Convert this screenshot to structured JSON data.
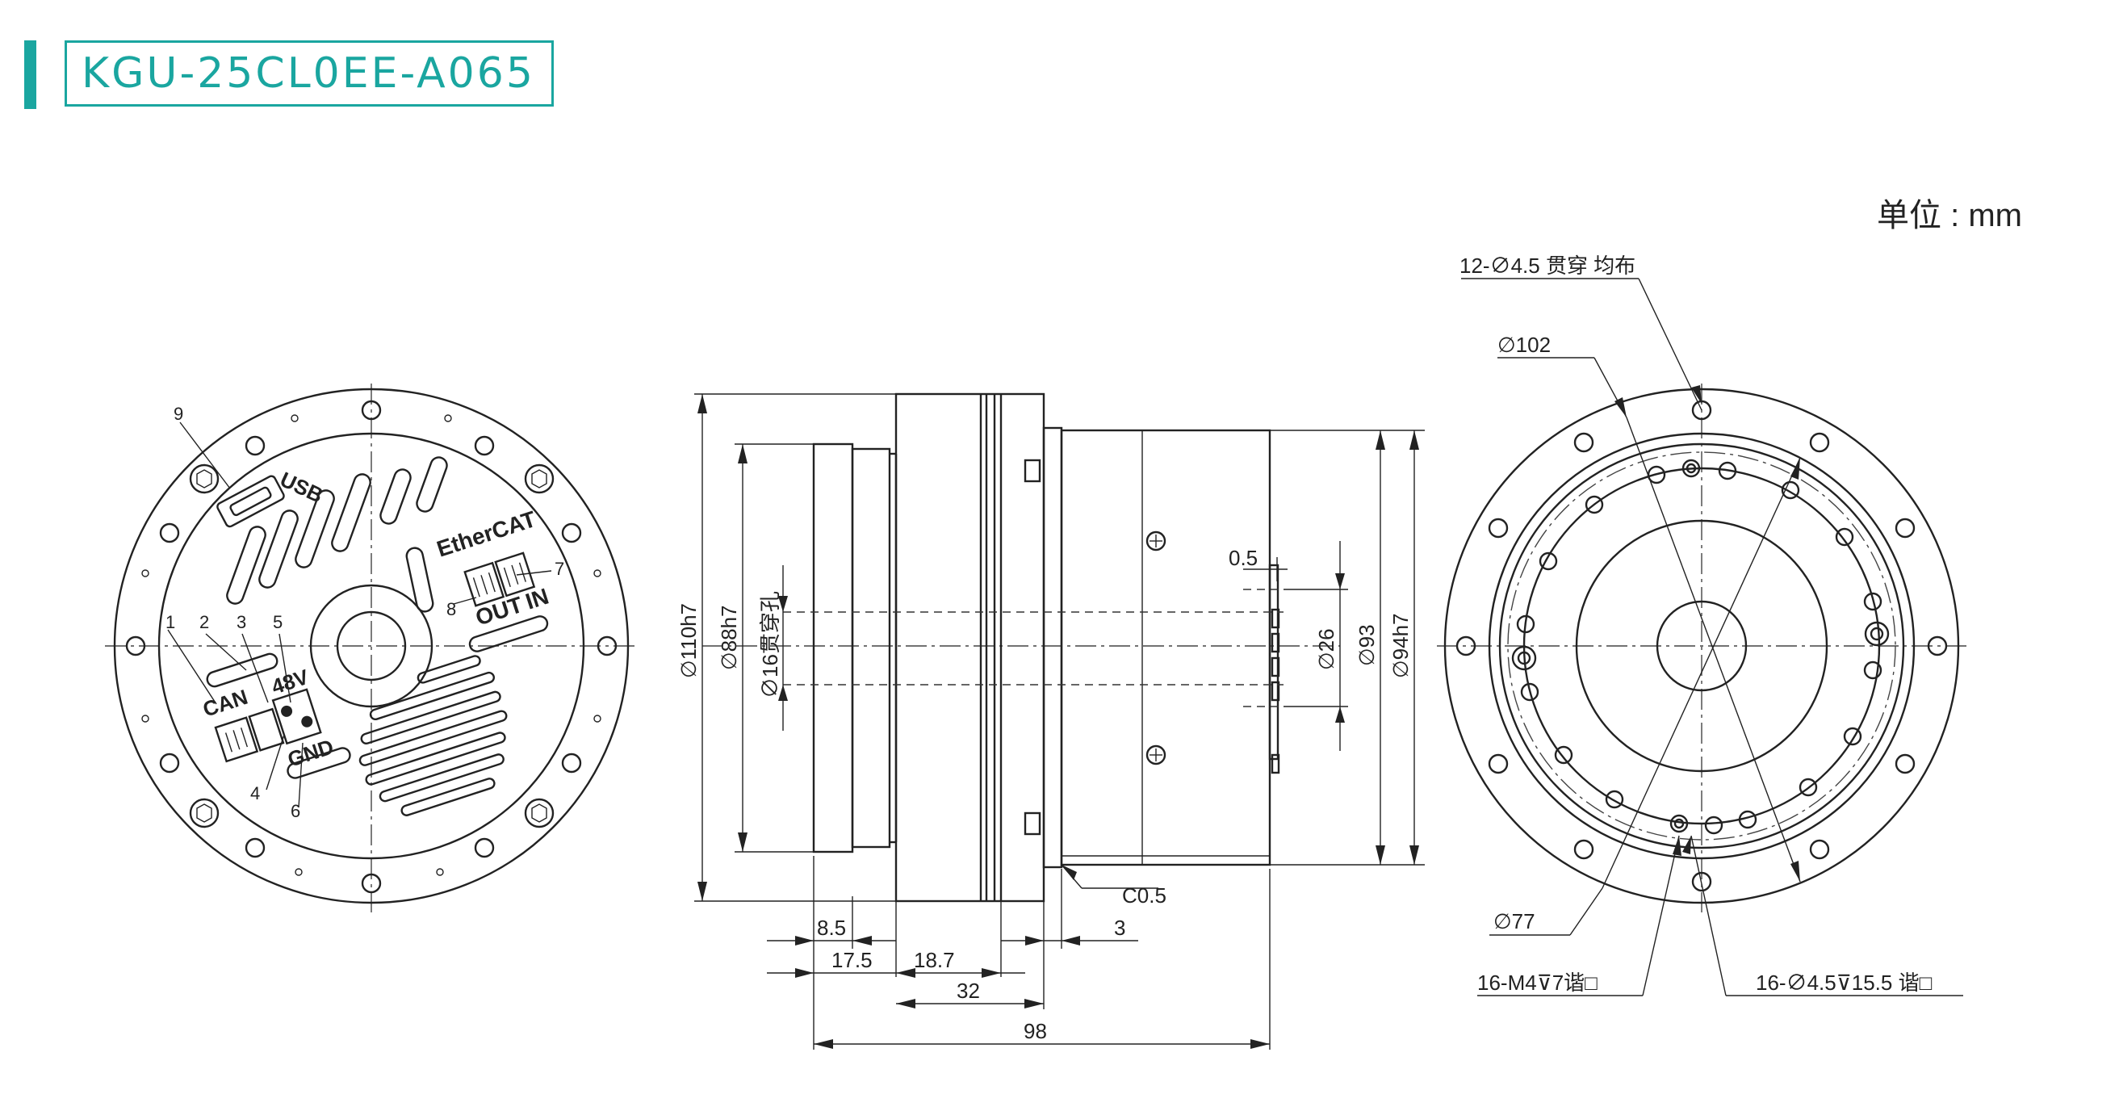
{
  "header": {
    "model": "KGU-25CL0EE-A065"
  },
  "unit_label": "单位 : mm",
  "back_view": {
    "callouts": [
      "1",
      "2",
      "3",
      "4",
      "5",
      "6",
      "7",
      "8",
      "9"
    ],
    "labels": {
      "usb": "USB",
      "ethercat": "EtherCAT",
      "out": "OUT",
      "in": "IN",
      "can": "CAN",
      "v48": "48V",
      "gnd": "GND"
    }
  },
  "side_view": {
    "diameters": {
      "d110": "∅110h7",
      "d88": "∅88h7",
      "d16": "∅16贯穿孔",
      "d26": "∅26",
      "d93": "∅93",
      "d94": "∅94h7"
    },
    "lengths": {
      "l05": "0.5",
      "l85": "8.5",
      "l175": "17.5",
      "l187": "18.7",
      "l3": "3",
      "l32": "32",
      "l98": "98"
    },
    "chamfer": "C0.5"
  },
  "front_view": {
    "holes_through": "12-∅4.5 贯穿 均布",
    "d102": "∅102",
    "d77": "∅77",
    "m4": "16-M4⊽7谐□",
    "holes_15": "16-∅4.5⊽15.5 谐□"
  }
}
